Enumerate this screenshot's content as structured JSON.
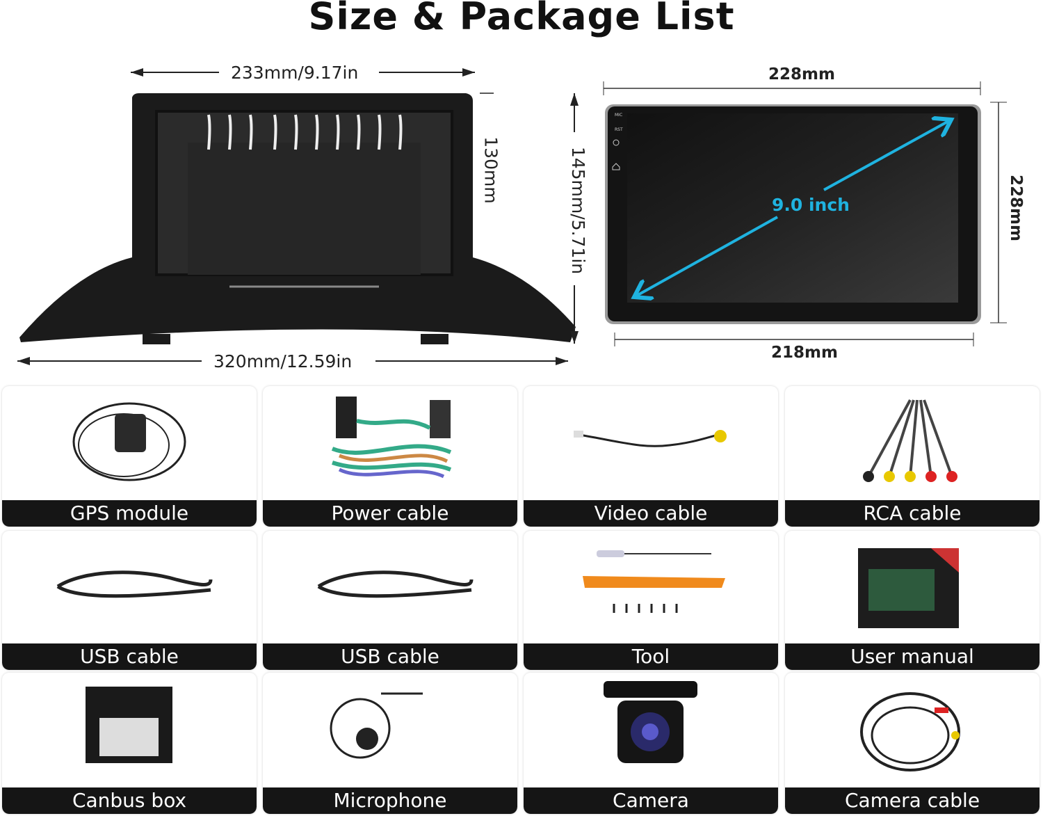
{
  "title": "Size & Package List",
  "frame_dimensions": {
    "top_width": "233mm/9.17in",
    "bottom_width": "320mm/12.59in",
    "inner_height": "130mm",
    "outer_height": "145mm/5.71in"
  },
  "screen_dimensions": {
    "top_width": "228mm",
    "bottom_width": "218mm",
    "height": "228mm",
    "diagonal": "9.0 inch",
    "side_buttons": [
      "MIC",
      "RST"
    ]
  },
  "accent_color": "#1fb3e0",
  "package_items": [
    {
      "label": "GPS module",
      "icon": "gps-antenna"
    },
    {
      "label": "Power cable",
      "icon": "wire-harness"
    },
    {
      "label": "Video cable",
      "icon": "video-cable"
    },
    {
      "label": "RCA cable",
      "icon": "rca-cable"
    },
    {
      "label": "USB cable",
      "icon": "usb-cable"
    },
    {
      "label": "USB cable",
      "icon": "usb-cable"
    },
    {
      "label": "Tool",
      "icon": "pry-tool"
    },
    {
      "label": "User manual",
      "icon": "manual"
    },
    {
      "label": "Canbus box",
      "icon": "canbus-box"
    },
    {
      "label": "Microphone",
      "icon": "microphone"
    },
    {
      "label": "Camera",
      "icon": "camera"
    },
    {
      "label": "Camera cable",
      "icon": "camera-cable"
    }
  ]
}
